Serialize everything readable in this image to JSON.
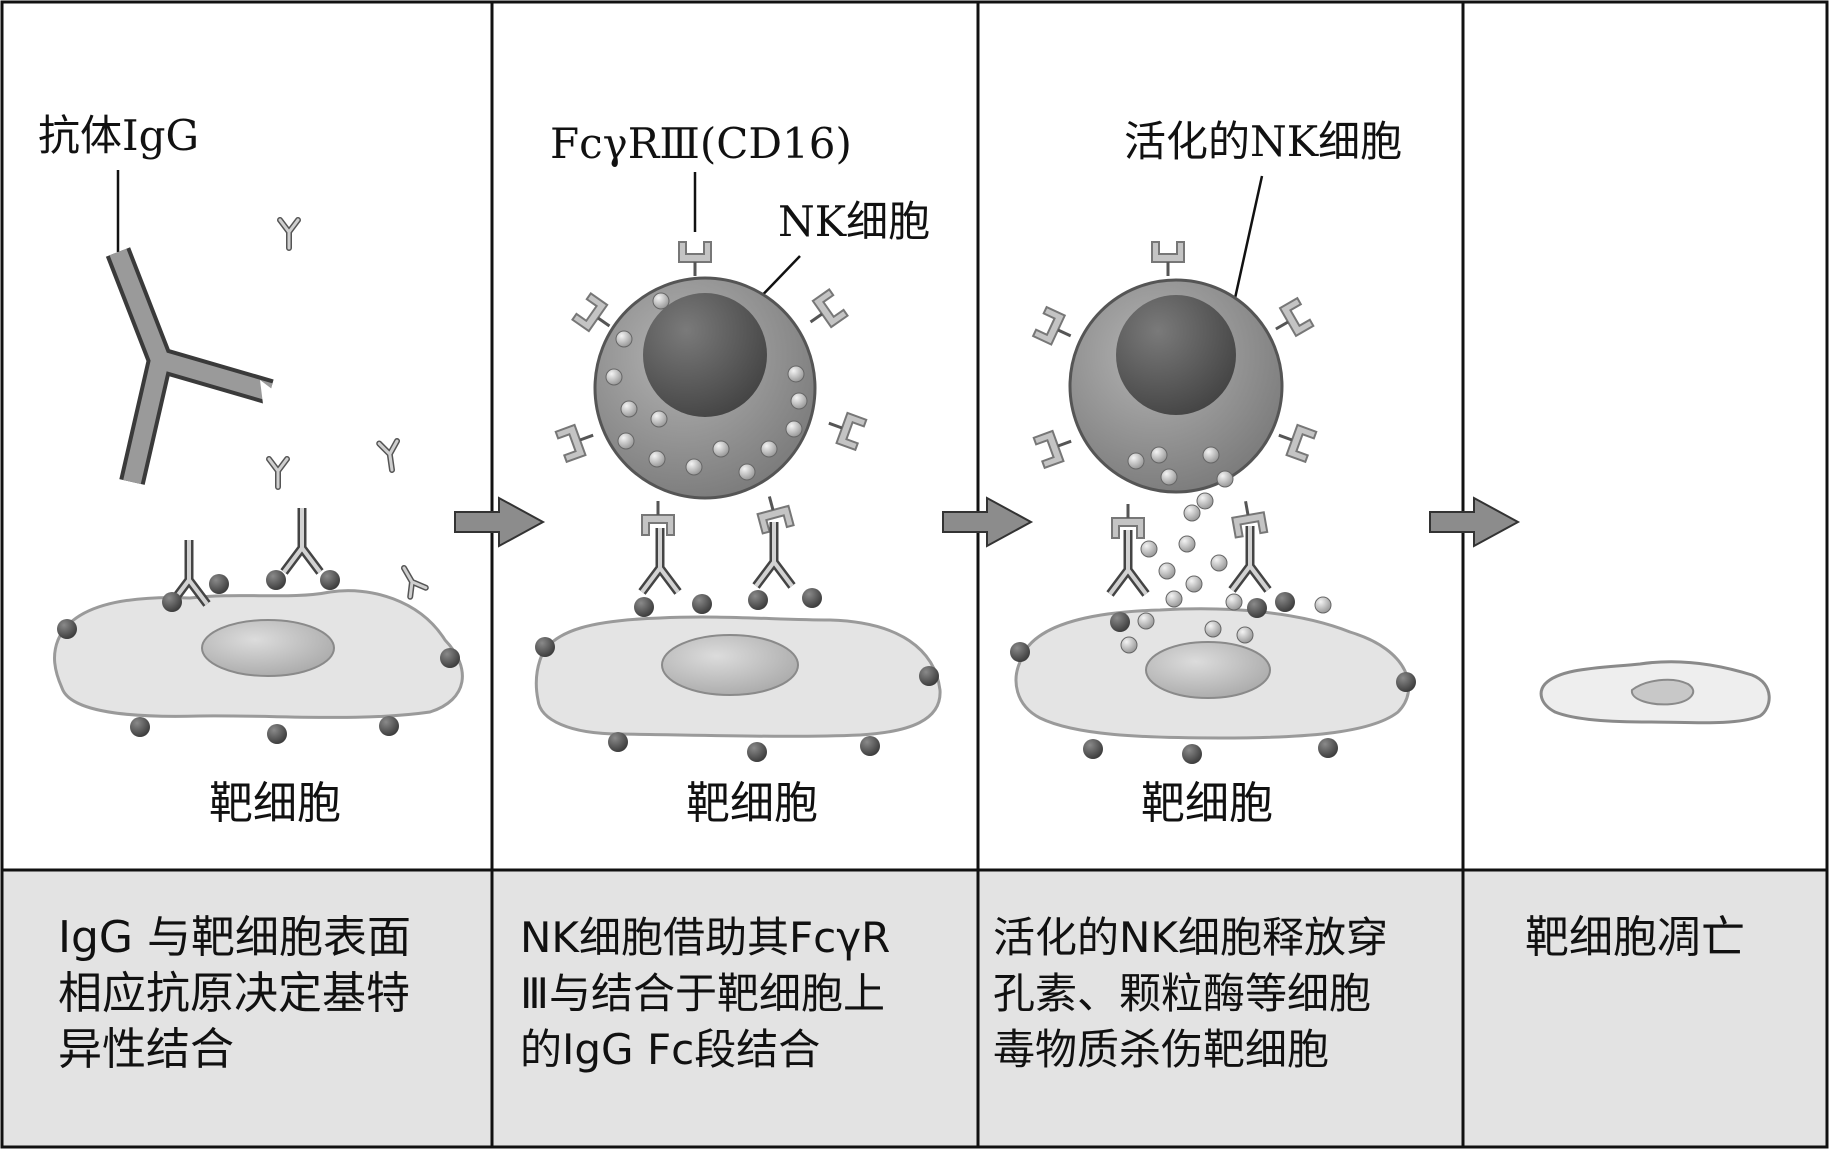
{
  "panels": [
    {
      "label_antibody": "抗体IgG",
      "label_target": "靶细胞"
    },
    {
      "label_receptor": "FcγRⅢ(CD16)",
      "label_nk": "NK细胞",
      "label_target": "靶细胞"
    },
    {
      "label_nk": "活化的NK细胞",
      "label_target": "靶细胞"
    },
    {}
  ],
  "captions": [
    {
      "lines": [
        "IgG 与靶细胞表面",
        "相应抗原决定基特",
        "异性结合"
      ]
    },
    {
      "lines": [
        "NK细胞借助其FcγR",
        "Ⅲ与结合于靶细胞上",
        "的IgG Fc段结合"
      ]
    },
    {
      "lines": [
        "活化的NK细胞释放穿",
        "孔素、颗粒酶等细胞",
        "毒物质杀伤靶细胞"
      ]
    },
    {
      "lines": [
        "靶细胞凋亡"
      ]
    }
  ],
  "colors": {
    "border": "#111111",
    "caption_bg": "#e3e3e3",
    "cell_fill": "#e4e4e4",
    "nucleus_fill": "#c6c6c6",
    "nk_fill": "#8e8e8e",
    "nk_core": "#5a5a5a",
    "antigen": "#5e5e5e",
    "receptor": "#bdbdbd",
    "granule": "#d2d2d2",
    "arrow": "#888888"
  }
}
